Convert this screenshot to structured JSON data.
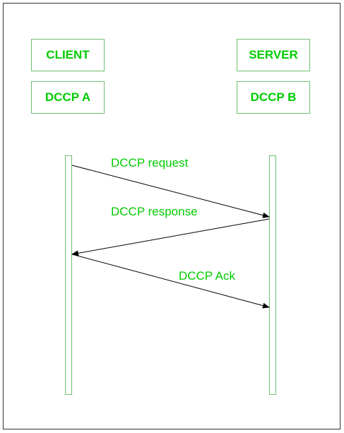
{
  "participants": {
    "client_role": "CLIENT",
    "client_endpoint": "DCCP A",
    "server_role": "SERVER",
    "server_endpoint": "DCCP B"
  },
  "messages": [
    {
      "label": "DCCP request",
      "from": "DCCP A",
      "to": "DCCP B"
    },
    {
      "label": "DCCP response",
      "from": "DCCP B",
      "to": "DCCP A"
    },
    {
      "label": "DCCP Ack",
      "from": "DCCP A",
      "to": "DCCP B"
    }
  ],
  "colors": {
    "text": "#00cc00",
    "box_border": "#6fbf6f",
    "arrow": "#000000",
    "frame": "#333333"
  }
}
